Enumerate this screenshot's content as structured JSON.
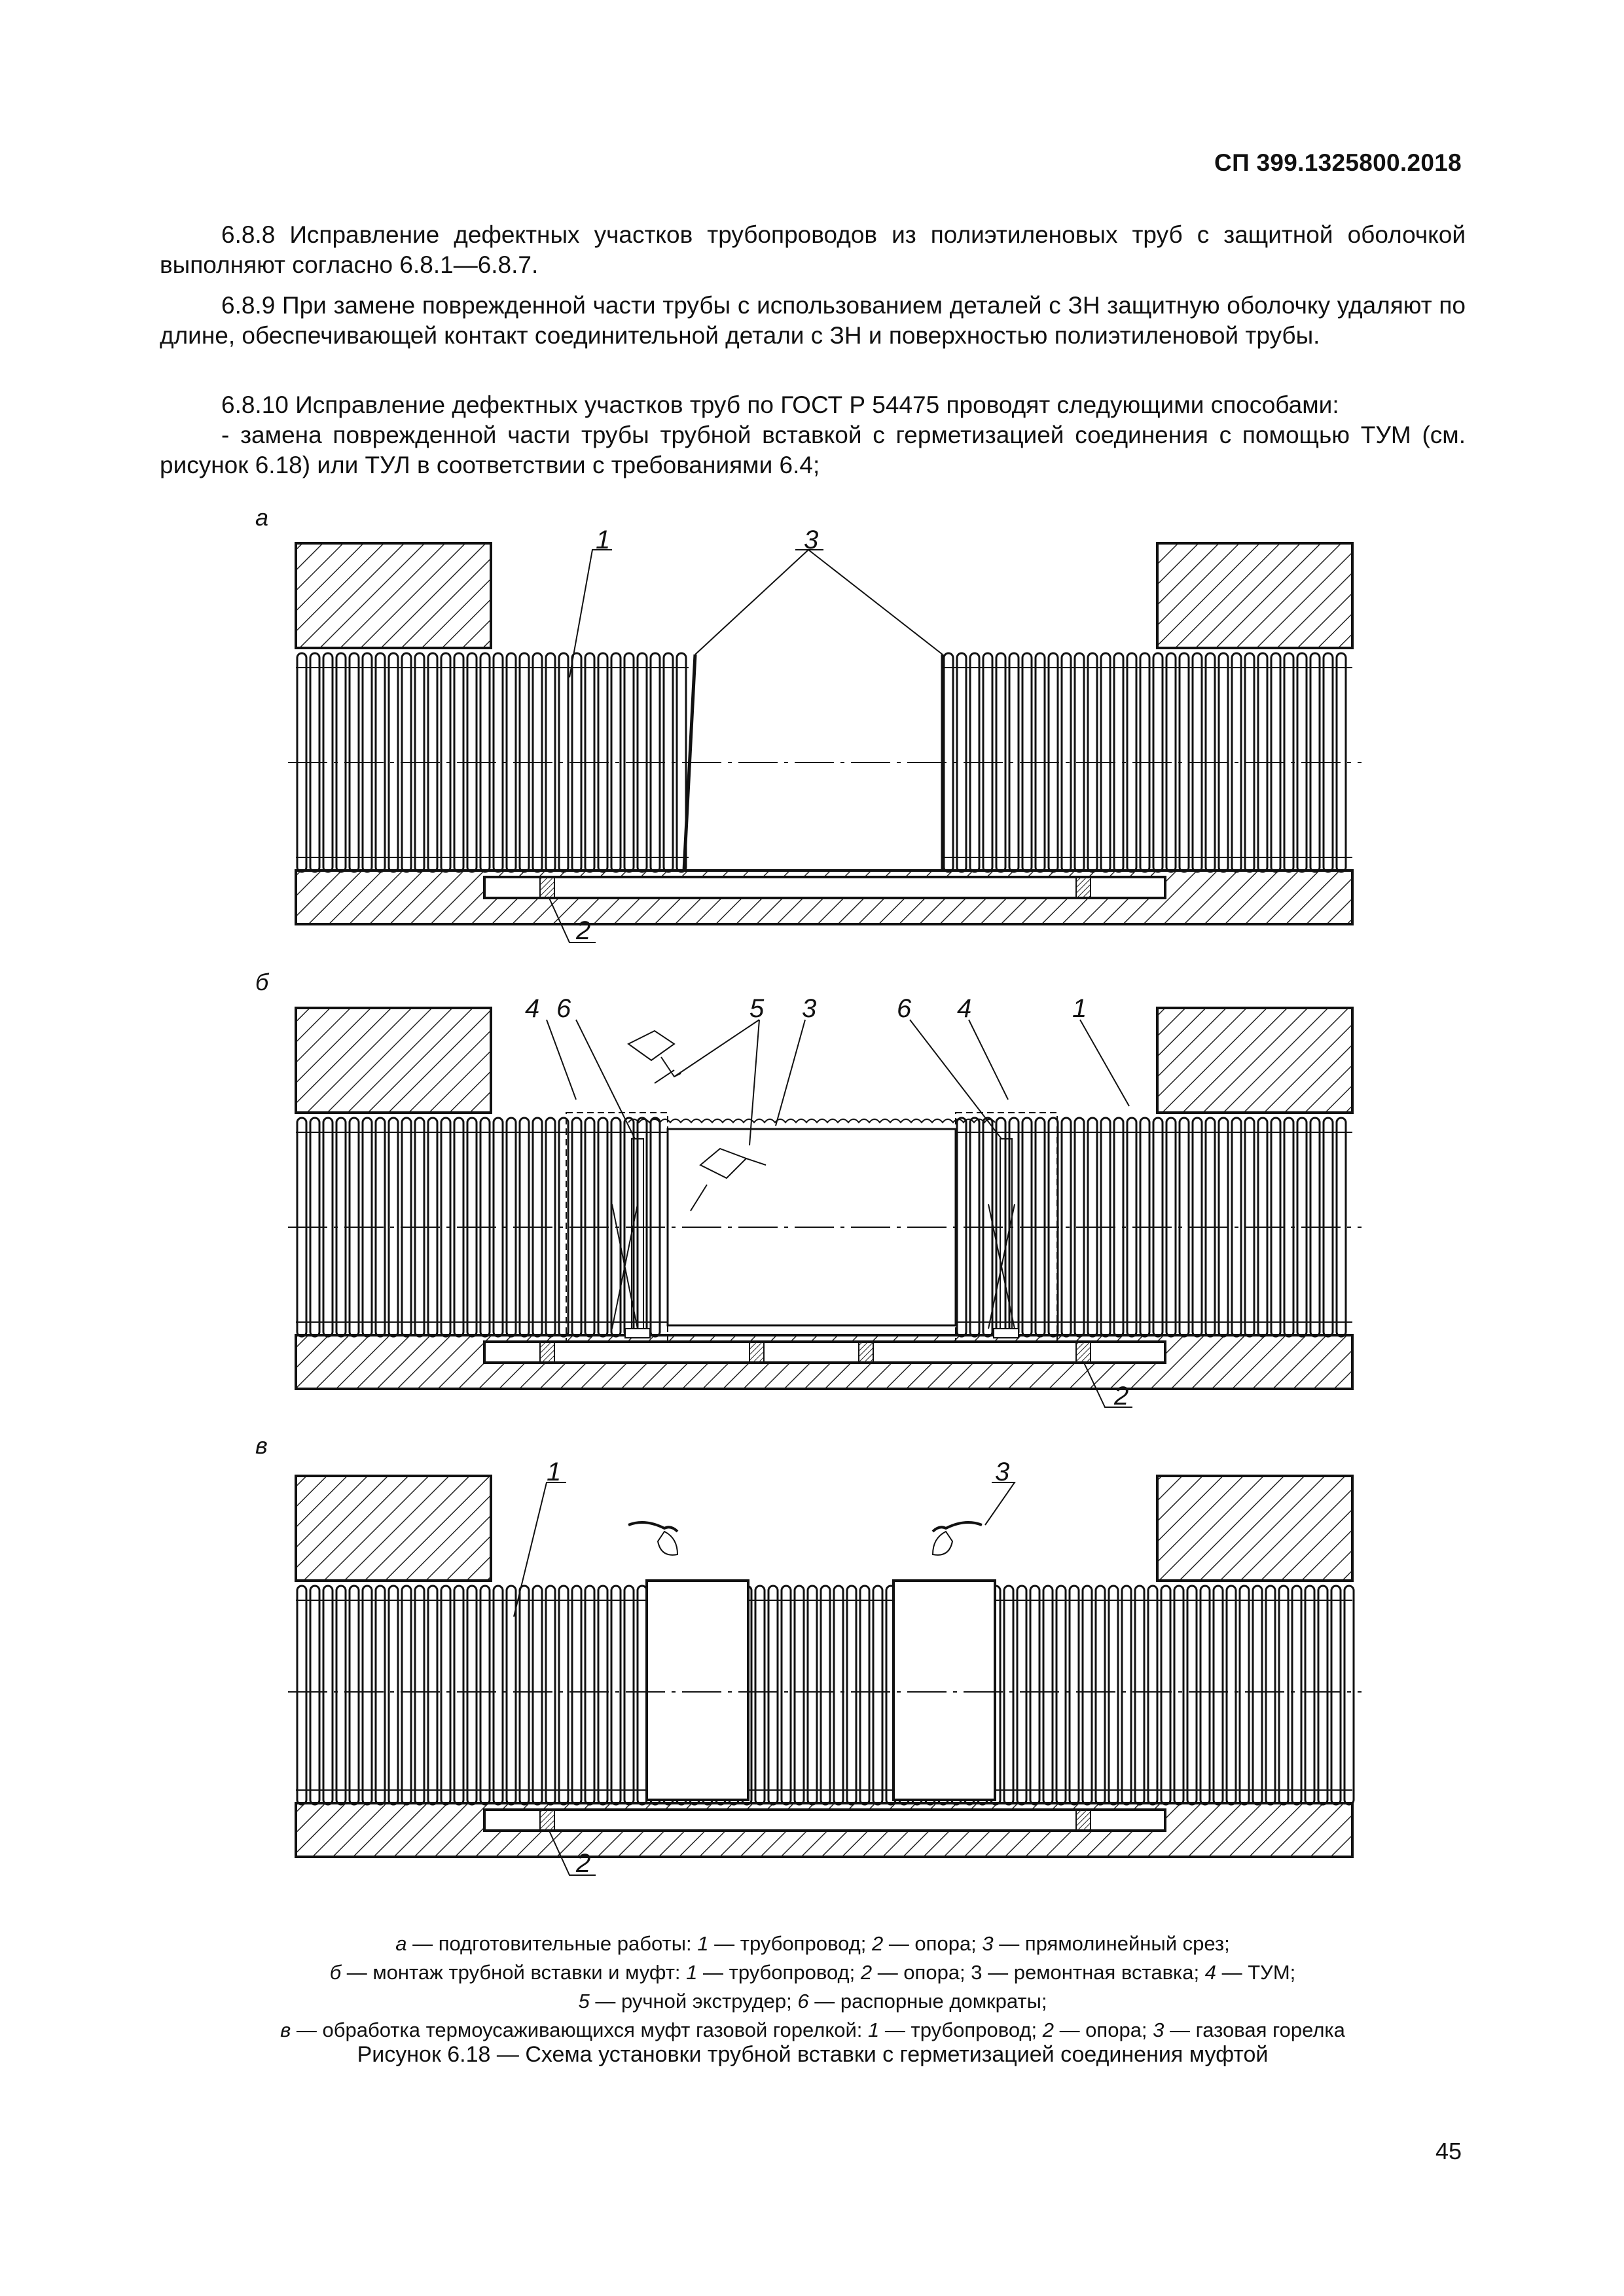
{
  "header": {
    "doc_code": "СП 399.1325800.2018"
  },
  "paragraphs": {
    "p1": "6.8.8 Исправление дефектных участков трубопроводов из полиэтиленовых труб с защитной оболочкой выполняют согласно 6.8.1—6.8.7.",
    "p2": "6.8.9 При замене поврежденной части трубы с использованием деталей с ЗН защитную оболочку удаляют по длине, обеспечивающей контакт соединительной детали с ЗН и поверхностью полиэтиленовой трубы.",
    "p3": "6.8.10 Исправление дефектных участков труб по ГОСТ Р 54475 проводят следующими способами:",
    "p4": "- замена поврежденной части трубы трубной вставкой с герметизацией соединения с помощью ТУМ (см. рисунок 6.18) или ТУЛ в соответствии с требованиями 6.4;"
  },
  "figure": {
    "panel_a": {
      "letter": "а",
      "labels": [
        "1",
        "3",
        "2"
      ]
    },
    "panel_b": {
      "letter": "б",
      "labels": [
        "4",
        "6",
        "5",
        "3",
        "6",
        "4",
        "1",
        "2"
      ]
    },
    "panel_c": {
      "letter": "в",
      "labels": [
        "1",
        "3",
        "2"
      ]
    }
  },
  "legend": {
    "a_line": {
      "prefix": "а",
      "text": " — подготовительные работы: ",
      "n1": "1",
      "t1": " — трубопровод; ",
      "n2": "2",
      "t2": " — опора; ",
      "n3": "3",
      "t3": " — прямолинейный срез;"
    },
    "b_line1": {
      "prefix": "б",
      "text": " — монтаж трубной вставки и муфт: ",
      "n1": "1",
      "t1": " — трубопровод; ",
      "n2": "2",
      "t2": " — опора; 3 — ремонтная вставка; ",
      "n4": "4",
      "t4": " — ТУМ;"
    },
    "b_line2": {
      "n5": "5",
      "t5": " — ручной экструдер; ",
      "n6": "6",
      "t6": " — распорные домкраты;"
    },
    "c_line": {
      "prefix": "в",
      "text": " — обработка термоусаживающихся муфт газовой горелкой: ",
      "n1": "1",
      "t1": " — трубопровод; ",
      "n2": "2",
      "t2": " — опора; ",
      "n3": "3",
      "t3": " — газовая горелка"
    }
  },
  "caption": "Рисунок 6.18 — Схема установки трубной вставки с герметизацией соединения муфтой",
  "page_number": "45"
}
